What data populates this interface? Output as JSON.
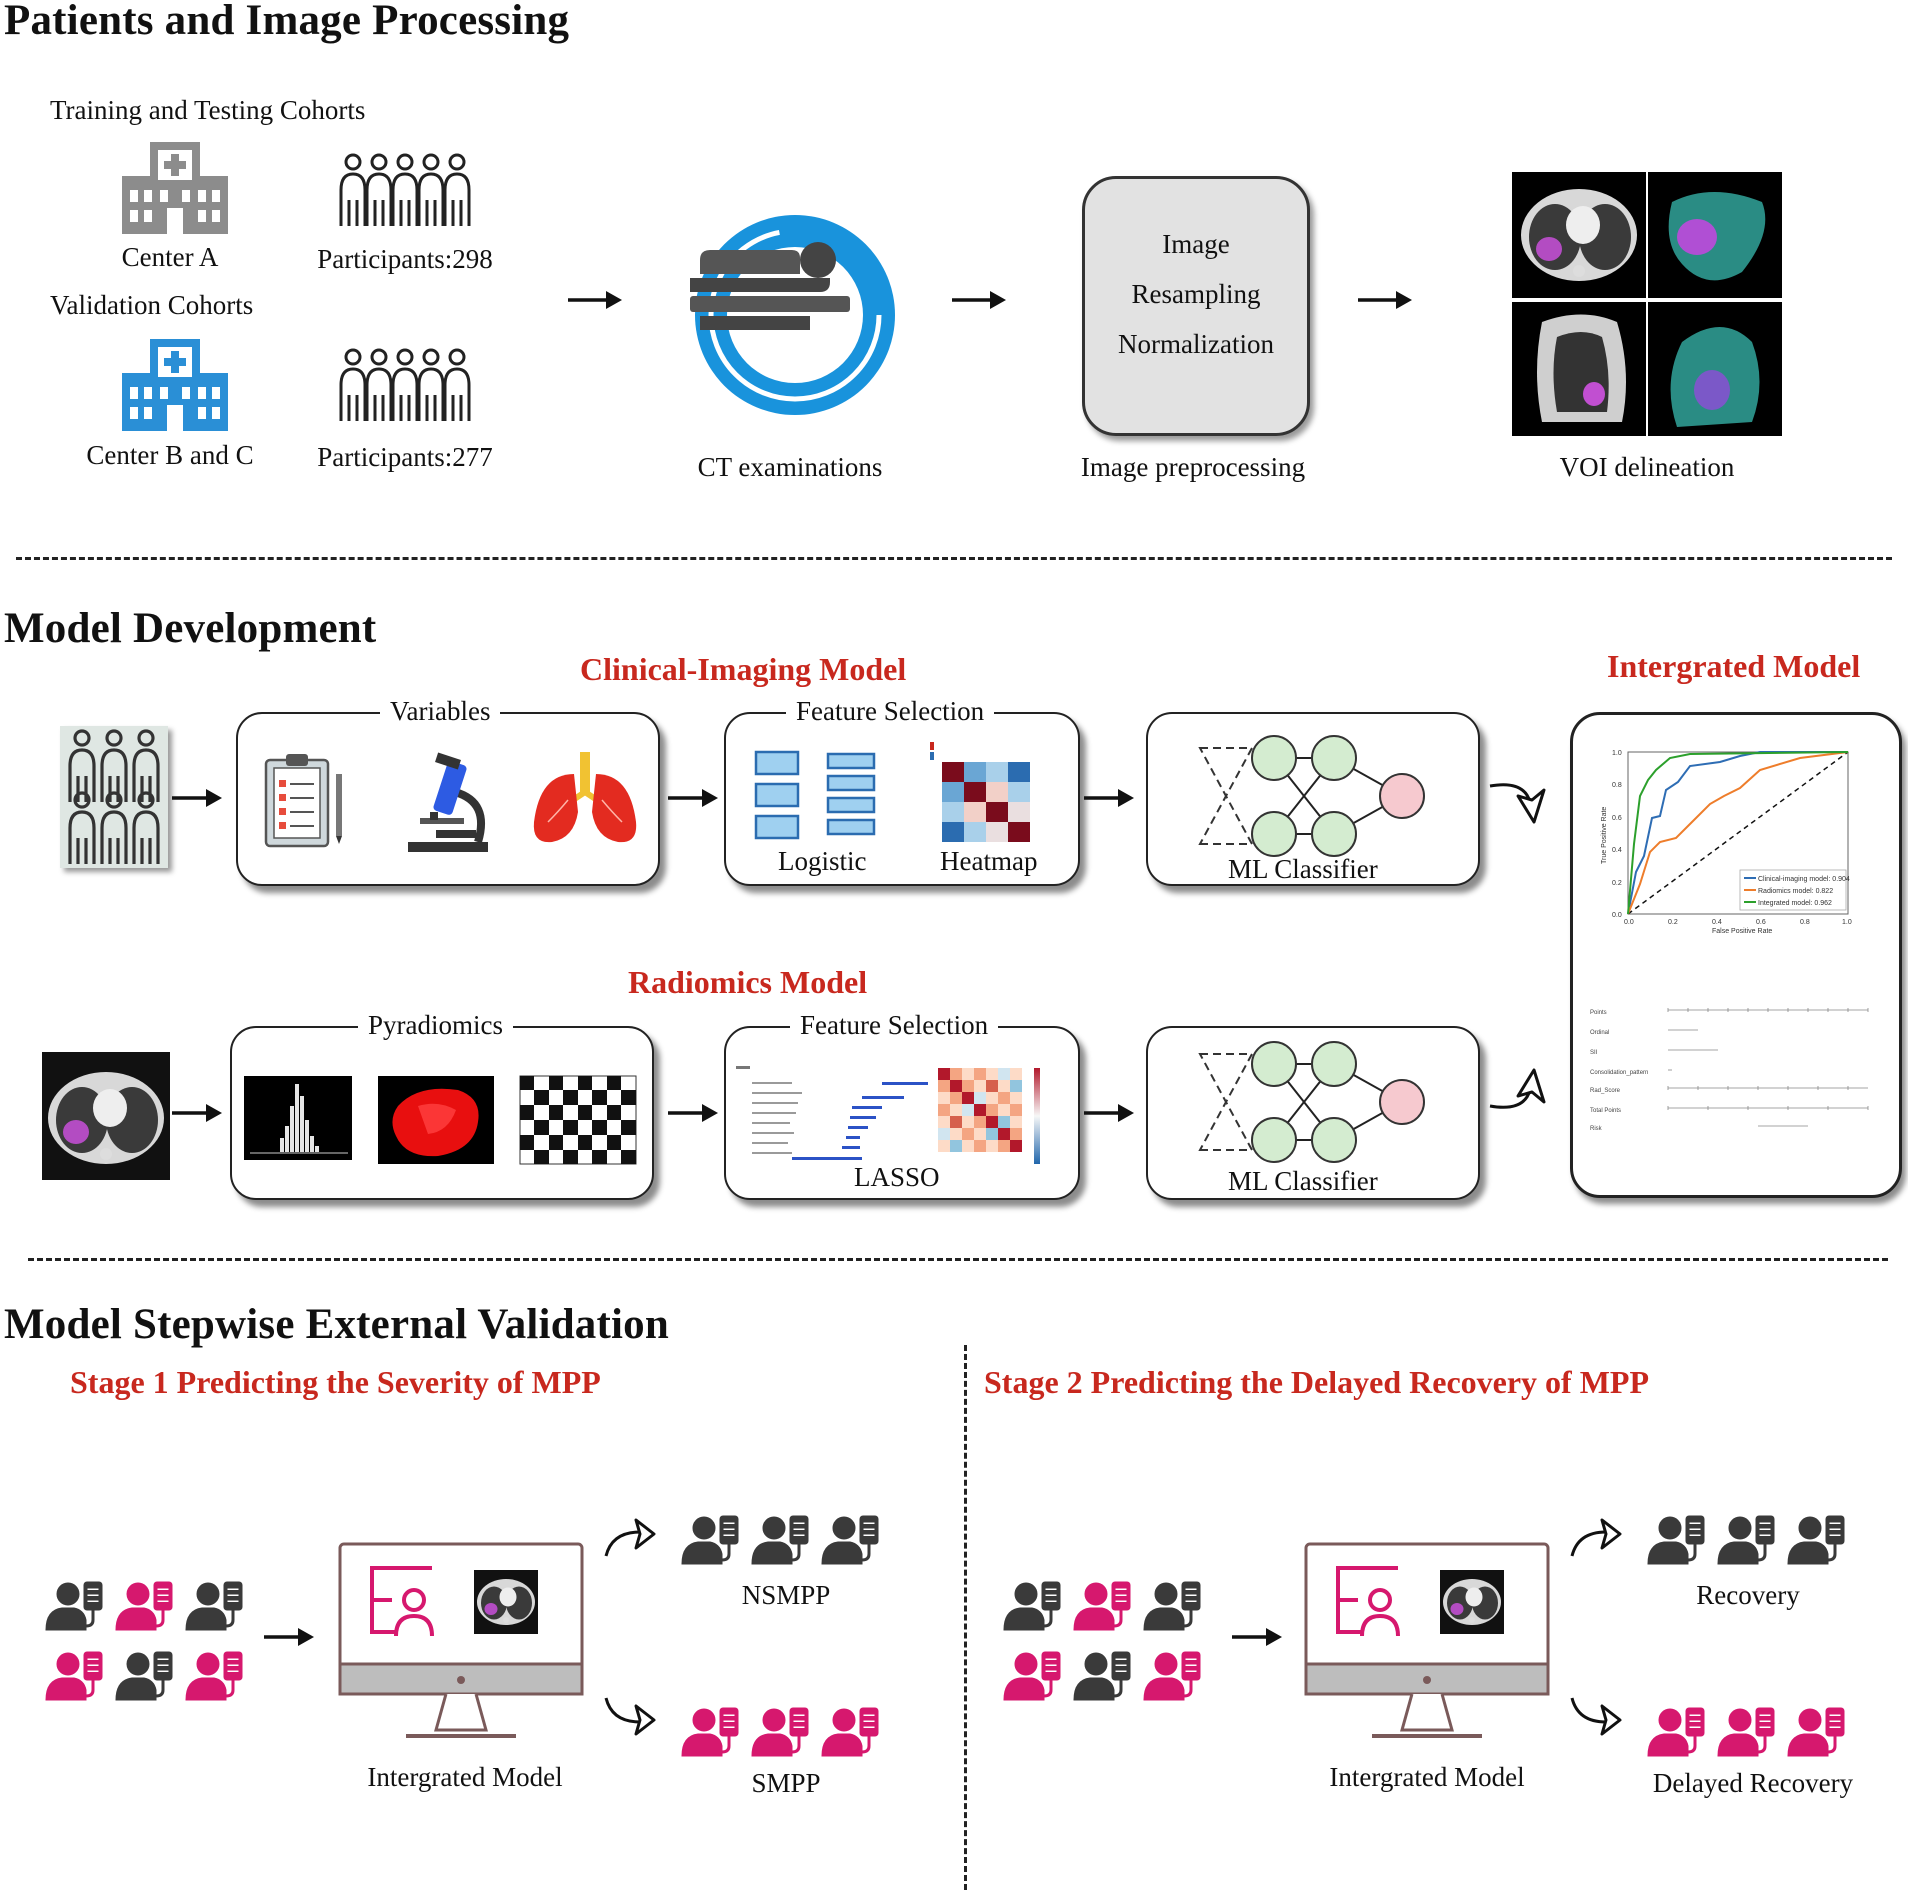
{
  "sections": {
    "patients": {
      "title": "Patients and Image Processing",
      "training_label": "Training and Testing Cohorts",
      "validation_label": "Validation Cohorts",
      "center_a": "Center A",
      "center_bc": "Center B and C",
      "participants_a": "Participants:298",
      "participants_bc": "Participants:277",
      "ct_label": "CT examinations",
      "preproc_lines": [
        "Image",
        "Resampling",
        "Normalization"
      ],
      "preproc_label": "Image preprocessing",
      "voi_label": "VOI delineation"
    },
    "model_dev": {
      "title": "Model Development",
      "clinical_title": "Clinical-Imaging  Model",
      "radiomics_title": "Radiomics Model",
      "integrated_title": "Intergrated Model",
      "variables": "Variables",
      "feature_selection": "Feature Selection",
      "logistic": "Logistic",
      "heatmap": "Heatmap",
      "ml_classifier": "ML Classifier",
      "pyradiomics": "Pyradiomics",
      "lasso": "LASSO",
      "roc_legend": [
        "Clinical-imaging model: 0.904",
        "Radiomics model: 0.822",
        "Integrated model: 0.962"
      ],
      "roc_ticks": [
        "0.0",
        "0.2",
        "0.4",
        "0.6",
        "0.8",
        "1.0"
      ],
      "roc_xlabel": "False Positive Rate",
      "roc_ylabel": "True Positive Rate",
      "nomogram_rows": [
        "Points",
        "Ordinal",
        "SII",
        "Consolidation_pattern",
        "Rad_Score",
        "Total Points",
        "Risk"
      ]
    },
    "validation": {
      "title": "Model Stepwise External Validation",
      "stage1": "Stage 1 Predicting the Severity of MPP",
      "stage2": "Stage 2 Predicting the Delayed Recovery of MPP",
      "integrated_label": "Intergrated Model",
      "nsmpp": "NSMPP",
      "smpp": "SMPP",
      "recovery": "Recovery",
      "delayed_recovery": "Delayed Recovery"
    }
  },
  "colors": {
    "accent_red": "#c8281e",
    "patient_pink": "#d6186e",
    "patient_dark": "#3a3a3a",
    "hospital_gray": "#8c8c8c",
    "hospital_blue": "#2a8fd6",
    "ct_blue": "#1993dc",
    "roc_blue": "#2e6db4",
    "roc_orange": "#ee7d2b",
    "roc_green": "#2ca02c",
    "node_green": "#d4ecd0",
    "node_pink": "#f6c9cf"
  }
}
